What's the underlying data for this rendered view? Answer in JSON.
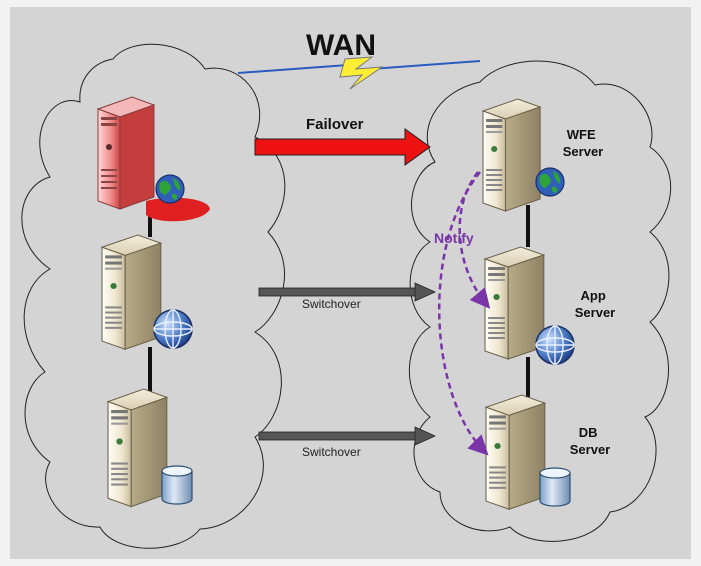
{
  "title": "WAN",
  "arrows": {
    "failover": "Failover",
    "switchover_1": "Switchover",
    "switchover_2": "Switchover",
    "notify": "Notify"
  },
  "servers": {
    "wfe": "WFE\nServer",
    "app": "App\nServer",
    "db": "DB\nServer"
  },
  "colors": {
    "background": "#d4d4d4",
    "failover_arrow": "#ee1111",
    "switchover_arrow": "#555555",
    "notify": "#7a35a8",
    "wan_bolt": "#ffee33"
  },
  "icons": {
    "globe": "globe-icon",
    "database": "database-icon",
    "server": "server-tower-icon"
  }
}
